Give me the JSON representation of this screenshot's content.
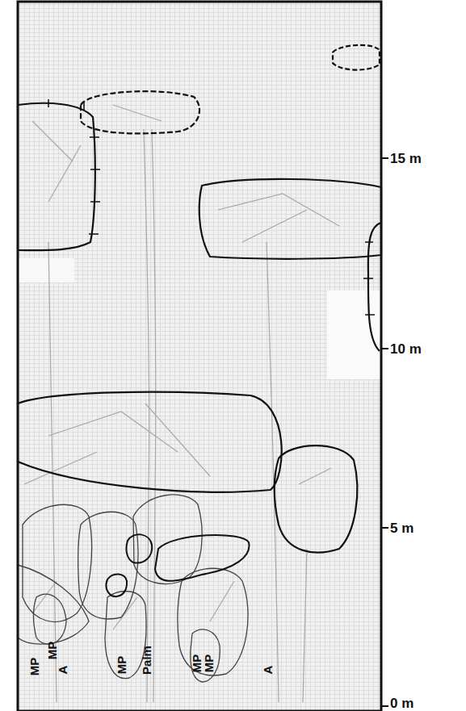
{
  "diagram": {
    "labels": [
      "MP",
      "MP",
      "A",
      "MP",
      "Palm",
      "MP",
      "MP",
      "A",
      "15 m",
      "10 m",
      "5 m",
      "0 m"
    ]
  }
}
